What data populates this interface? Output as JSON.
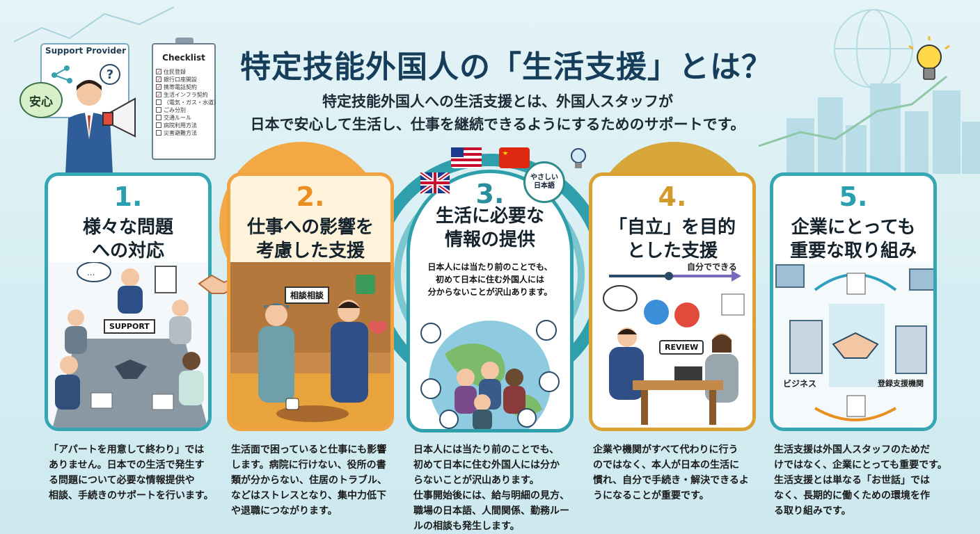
{
  "header": {
    "title": "特定技能外国人の「生活支援」とは？",
    "subtitle_line1": "特定技能外国人への生活支援とは、外国人スタッフが",
    "subtitle_line2": "日本で安心して生活し、仕事を継続できるようにするためのサポートです。"
  },
  "provider": {
    "board_label": "Support Provider",
    "anshin_label": "安心",
    "question_mark": "?"
  },
  "checklist": {
    "title": "Checklist",
    "items": [
      {
        "label": "住民登録",
        "checked": true
      },
      {
        "label": "銀行口座開設",
        "checked": true
      },
      {
        "label": "携帯電話契約",
        "checked": true
      },
      {
        "label": "生活インフラ契約",
        "checked": true
      },
      {
        "label": "（電気・ガス・水道）",
        "checked": false
      },
      {
        "label": "ごみ分別",
        "checked": false
      },
      {
        "label": "交通ルール",
        "checked": false
      },
      {
        "label": "病院利用方法",
        "checked": false
      },
      {
        "label": "災害避難方法",
        "checked": false
      }
    ]
  },
  "panels": [
    {
      "number": "1.",
      "title_line1": "様々な問題",
      "title_line2": "への対応",
      "scene_label": "SUPPORT",
      "desc": [
        "「アパートを用意して終わり」では",
        "ありません。日本での生活で発生す",
        "る問題について必要な情報提供や",
        "相談、手続きのサポートを行います。"
      ]
    },
    {
      "number": "2.",
      "title_line1": "仕事への影響を",
      "title_line2": "考慮した支援",
      "scene_label": "相談相談",
      "desc": [
        "生活面で困っていると仕事にも影響",
        "します。病院に行けない、役所の書",
        "類が分からない、住居のトラブル、",
        "などはストレスとなり、集中力低下",
        "や退職につながります。"
      ]
    },
    {
      "number": "3.",
      "title_line1": "生活に必要な",
      "title_line2": "情報の提供",
      "scene_text": [
        "日本人には当たり前のことでも、",
        "初めて日本に住む外国人には",
        "分からないことが沢山あります。"
      ],
      "badge_line1": "やさしい",
      "badge_line2": "日本語",
      "desc": [
        "日本人には当たり前のことでも、",
        "初めて日本に住む外国人には分か",
        "らないことが沢山あります。",
        "仕事開始後には、給与明細の見方、",
        "職場の日本語、人間関係、勤務ルー",
        "ルの相談も発生します。"
      ]
    },
    {
      "number": "4.",
      "title_line1": "「自立」を目的",
      "title_line2": "とした支援",
      "scene_label": "自分でできる",
      "review_label": "REVIEW",
      "desc": [
        "企業や機関がすべて代わりに行う",
        "のではなく、本人が日本の生活に",
        "慣れ、自分で手続き・解決できるよ",
        "うになることが重要です。"
      ]
    },
    {
      "number": "5.",
      "title_line1": "企業にとっても",
      "title_line2": "重要な取り組み",
      "left_label": "ビジネス",
      "right_label": "登録支援機関",
      "desc": [
        "生活支援は外国人スタッフのためだ",
        "けではなく、企業にとっても重要です。",
        "生活支援とは単なる「お世話」では",
        "なく、長期的に働くための環境を作",
        "る取り組みです。"
      ]
    }
  ],
  "colors": {
    "teal": "#2a9fae",
    "orange": "#f0a340",
    "gold": "#d9a233",
    "navy": "#163e5a",
    "background": "#dcf0f4"
  }
}
